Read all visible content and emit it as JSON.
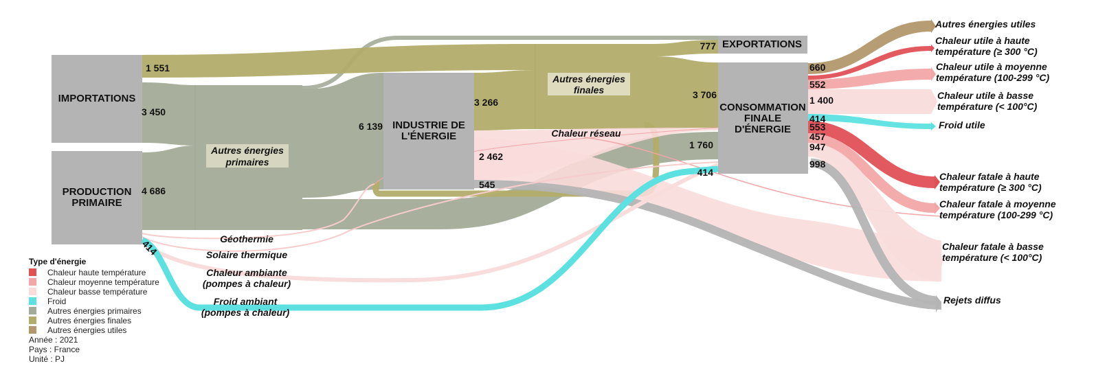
{
  "colors": {
    "haute": "#e05156",
    "moyenne": "#f2a6a7",
    "basse": "#f9dcdc",
    "froid": "#5de0e0",
    "primaires": "#a4ab98",
    "finales": "#b2ad6a",
    "utiles": "#b3986c",
    "rejets": "#b4b4b4",
    "node": "#b4b4b4"
  },
  "nodes": {
    "importations": "IMPORTATIONS",
    "production_l1": "PRODUCTION",
    "production_l2": "PRIMAIRE",
    "industrie_l1": "INDUSTRIE DE",
    "industrie_l2": "L'ÉNERGIE",
    "exportations": "EXPORTATIONS",
    "conso_l1": "CONSOMMATION",
    "conso_l2": "FINALE",
    "conso_l3": "D'ÉNERGIE"
  },
  "intermediate": {
    "primaires_l1": "Autres énergies",
    "primaires_l2": "primaires",
    "finales_l1": "Autres énergies",
    "finales_l2": "finales",
    "chaleur_reseau": "Chaleur réseau",
    "geothermie": "Géothermie",
    "solaire": "Solaire thermique",
    "ambiante_l1": "Chaleur ambiante",
    "ambiante_l2": "(pompes à chaleur)",
    "froid_ambiant_l1": "Froid ambiant",
    "froid_ambiant_l2": "(pompes à chaleur)"
  },
  "values": {
    "imp_finales": "1 551",
    "imp_primaires": "3 450",
    "prod_primaires": "4 686",
    "prod_froid": "414",
    "ind_in": "6 139",
    "ind_finales": "3 266",
    "ind_chaleur": "2 462",
    "ind_rejets": "545",
    "exportations": "777",
    "conso_finales": "3 706",
    "conso_primaires": "1 760",
    "conso_froid": "414",
    "out_utiles": "660",
    "out_moyenne": "552",
    "out_basse": "1 400",
    "out_froid": "414",
    "out_fatale_haute": "553",
    "out_fatale_moyenne": "457",
    "out_fatale_basse": "947",
    "out_rejets": "998"
  },
  "outputs": {
    "utiles": "Autres énergies utiles",
    "haute_l1": "Chaleur utile à haute",
    "haute_l2": "température (≥ 300 °C)",
    "moyenne_l1": "Chaleur utile à moyenne",
    "moyenne_l2": "température (100-299 °C)",
    "basse_l1": "Chaleur utile à basse",
    "basse_l2": "température (< 100°C)",
    "froid": "Froid utile",
    "fatale_haute_l1": "Chaleur fatale à haute",
    "fatale_haute_l2": "température (≥ 300 °C)",
    "fatale_moyenne_l1": "Chaleur fatale à moyenne",
    "fatale_moyenne_l2": "température (100-299 °C)",
    "fatale_basse_l1": "Chaleur fatale à basse",
    "fatale_basse_l2": "température (< 100°C)",
    "rejets": "Rejets diffus"
  },
  "legend": {
    "title": "Type d'énergie",
    "items": [
      {
        "label": "Chaleur haute température",
        "color": "#e05156"
      },
      {
        "label": "Chaleur moyenne température",
        "color": "#f2a6a7"
      },
      {
        "label": "Chaleur basse température",
        "color": "#f9dcdc"
      },
      {
        "label": "Froid",
        "color": "#5de0e0"
      },
      {
        "label": "Autres énergies primaires",
        "color": "#a4ab98"
      },
      {
        "label": "Autres énergies finales",
        "color": "#b2ad6a"
      },
      {
        "label": "Autres énergies utiles",
        "color": "#b3986c"
      }
    ],
    "annee": "Année : 2021",
    "pays": "Pays : France",
    "unite": "Unité : PJ"
  }
}
